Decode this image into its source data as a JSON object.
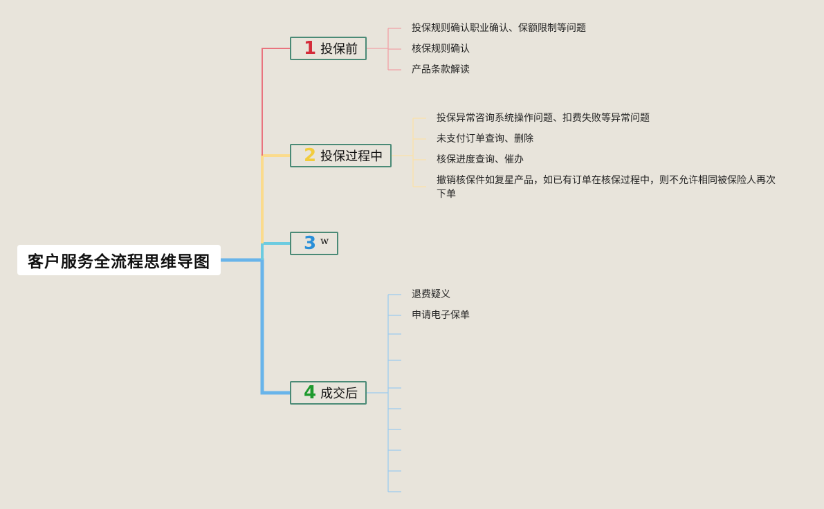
{
  "root": {
    "title": "客户服务全流程思维导图"
  },
  "colors": {
    "branch1": "#e9737e",
    "branch2": "#fbdb8c",
    "branch3": "#6ccbe0",
    "branch4": "#68b4ea",
    "num1": "#d42b3a",
    "num2": "#f2cc3c",
    "num3": "#2a8fd8",
    "num4": "#1e9a2e",
    "node_border": "#4a8a76"
  },
  "branches": [
    {
      "number": "1",
      "label": "投保前",
      "leaves": [
        "投保规则确认职业确认、保额限制等问题",
        "核保规则确认",
        "产品条款解读"
      ]
    },
    {
      "number": "2",
      "label": "投保过程中",
      "leaves": [
        "投保异常咨询系统操作问题、扣费失败等异常问题",
        "未支付订单查询、删除",
        "核保进度查询、催办",
        "撤销核保件如复星产品，如已有订单在核保过程中，则不允许相同被保险人再次下单"
      ]
    },
    {
      "number": "3",
      "label": "w",
      "leaves": []
    },
    {
      "number": "4",
      "label": "成交后",
      "leaves": [
        "退费疑义",
        "申请电子保单",
        "",
        "",
        "",
        "",
        "",
        "",
        "",
        ""
      ]
    }
  ]
}
